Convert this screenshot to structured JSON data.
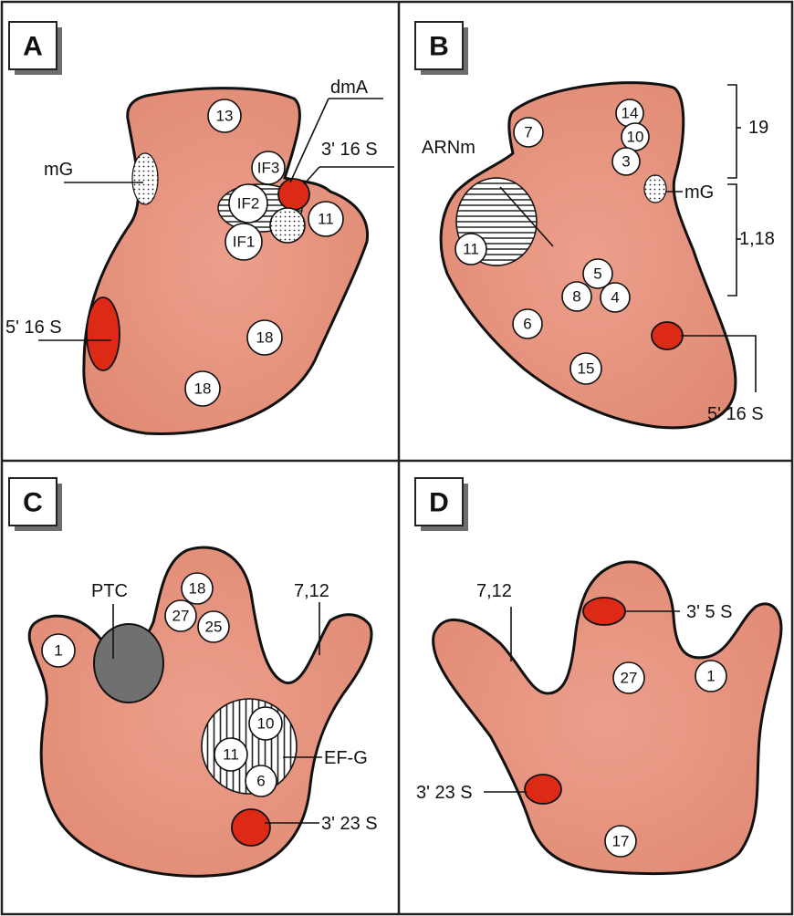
{
  "panels": {
    "A": {
      "letter": "A",
      "labels": {
        "dmA": "dmA",
        "three16S": "3' 16 S",
        "mG": "mG",
        "five16S": "5' 16 S"
      },
      "proteins": {
        "p13": "13",
        "if3": "IF3",
        "if2": "IF2",
        "if1": "IF1",
        "p11": "11",
        "p18a": "18",
        "p18b": "18"
      }
    },
    "B": {
      "letter": "B",
      "labels": {
        "arnm": "ARNm",
        "mG": "mG",
        "five16S": "5' 16 S",
        "bracket19": "19",
        "bracket118": "1,18"
      },
      "proteins": {
        "p7": "7",
        "p14": "14",
        "p10": "10",
        "p3": "3",
        "p11": "11",
        "p5": "5",
        "p8": "8",
        "p4": "4",
        "p6": "6",
        "p15": "15"
      }
    },
    "C": {
      "letter": "C",
      "labels": {
        "ptc": "PTC",
        "l712": "7,12",
        "efg": "EF-G",
        "three23S": "3' 23 S"
      },
      "proteins": {
        "p1": "1",
        "p18": "18",
        "p27": "27",
        "p25": "25",
        "p10": "10",
        "p11": "11",
        "p6": "6"
      }
    },
    "D": {
      "letter": "D",
      "labels": {
        "l712": "7,12",
        "three5S": "3' 5 S",
        "three23S": "3' 23 S"
      },
      "proteins": {
        "p27": "27",
        "p1": "1",
        "p17": "17"
      }
    }
  },
  "colors": {
    "subunit": "#e89884",
    "rrna_end": "#dd2a16",
    "ptc": "#707070",
    "frame": "#222222"
  }
}
